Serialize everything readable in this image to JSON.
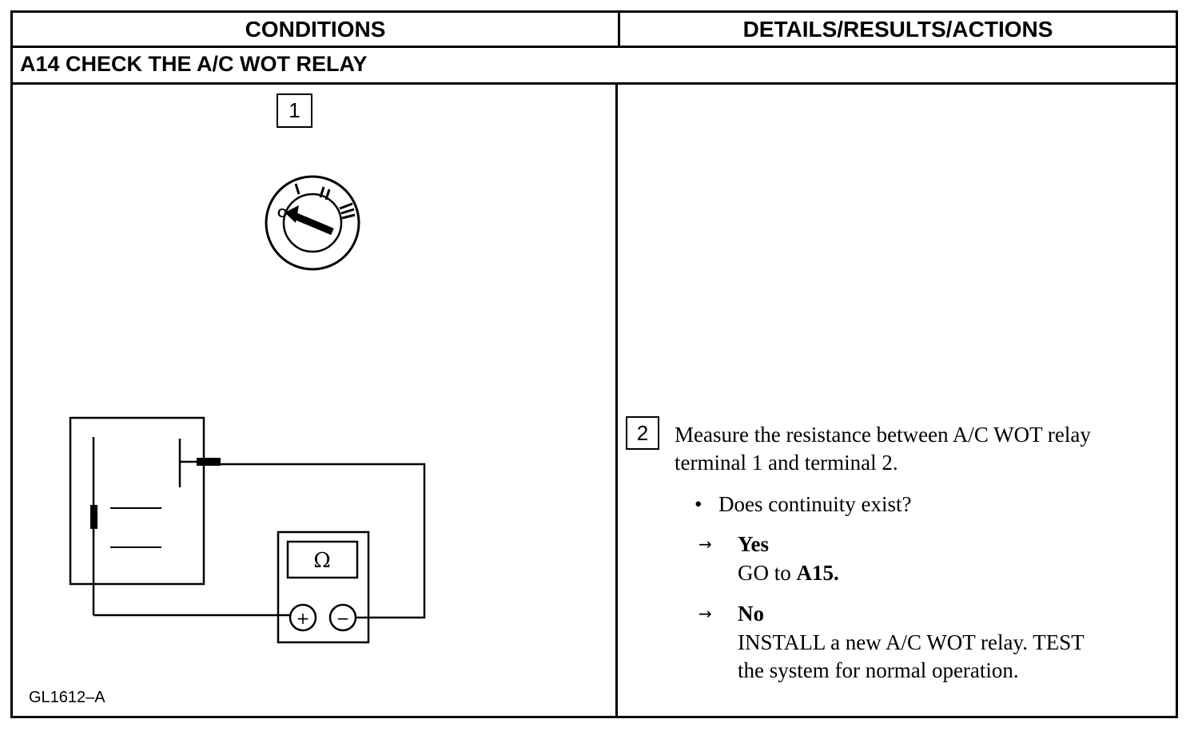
{
  "header": {
    "conditions": "CONDITIONS",
    "details": "DETAILS/RESULTS/ACTIONS"
  },
  "step": {
    "title": "A14 CHECK THE A/C WOT RELAY"
  },
  "figure": {
    "step1_label": "1",
    "ignition_positions": [
      "O",
      "I",
      "II",
      "III"
    ],
    "meter_symbol": "Ω",
    "plus": "+",
    "minus": "−",
    "figure_id": "GL1612–A"
  },
  "details": {
    "step2_label": "2",
    "instruction_line1": "Measure the resistance between A/C WOT relay",
    "instruction_line2": "terminal 1 and terminal 2.",
    "bullet": "•",
    "question": "Does continuity exist?",
    "arrow": "→",
    "yes_label": "Yes",
    "yes_action_prefix": "GO to ",
    "yes_action_target": "A15.",
    "no_label": "No",
    "no_action_line1": "INSTALL a new A/C WOT relay. TEST",
    "no_action_line2": "the system for normal operation."
  }
}
